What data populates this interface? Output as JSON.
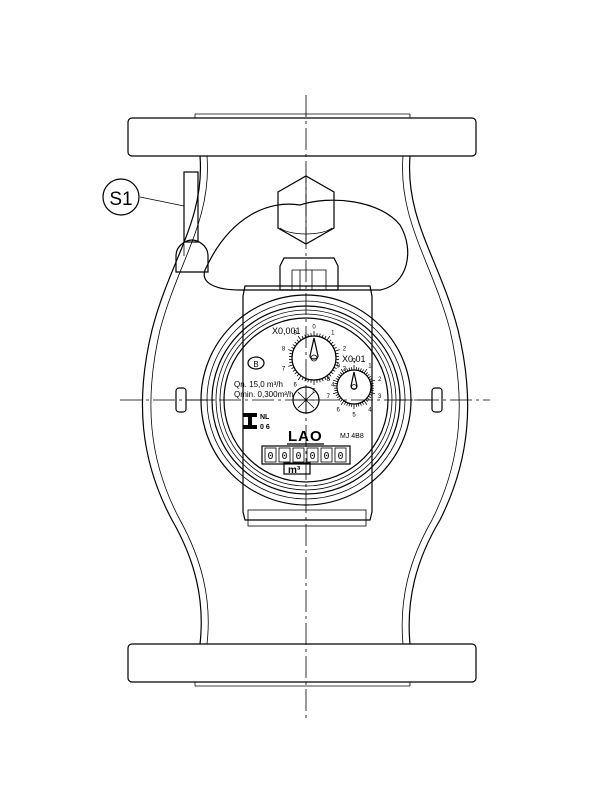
{
  "callout": {
    "label": "S1"
  },
  "dial_left": {
    "multiplier": "X0,001",
    "ticks": [
      "0",
      "1",
      "2",
      "3",
      "4",
      "5",
      "6",
      "7",
      "8",
      "9"
    ]
  },
  "dial_right": {
    "multiplier": "X0,01",
    "ticks": [
      "0",
      "1",
      "2",
      "3",
      "4",
      "5",
      "6",
      "7",
      "8",
      "9"
    ]
  },
  "badge": {
    "letter": "B"
  },
  "specs": {
    "qn": "Qn. 15,0  m³/h",
    "qmin": "Qmin. 0,300m³/h"
  },
  "approval": {
    "line1": "NL",
    "line2": "0 6"
  },
  "brand": {
    "logo": "LAO",
    "model": "MJ 4B8"
  },
  "counter": {
    "digits": [
      "0",
      "0",
      "0",
      "0",
      "0",
      "0"
    ],
    "unit": "m³"
  }
}
